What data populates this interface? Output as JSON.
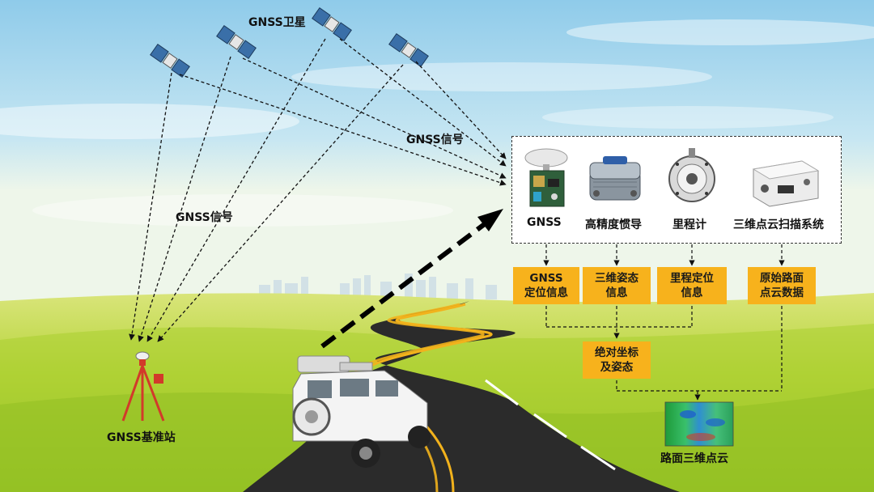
{
  "labels": {
    "satellites": "GNSS卫星",
    "signal_right": "GNSS信号",
    "signal_left": "GNSS信号",
    "base_station": "GNSS基准站",
    "result": "路面三维点云"
  },
  "devices": [
    {
      "label": "GNSS"
    },
    {
      "label": "高精度惯导"
    },
    {
      "label": "里程计"
    },
    {
      "label": "三维点云扫描系统"
    }
  ],
  "data_boxes": [
    {
      "line1": "GNSS",
      "line2": "定位信息"
    },
    {
      "line1": "三维姿态",
      "line2": "信息"
    },
    {
      "line1": "里程定位",
      "line2": "信息"
    },
    {
      "line1": "原始路面",
      "line2": "点云数据"
    }
  ],
  "fusion_box": {
    "line1": "绝对坐标",
    "line2": "及姿态"
  },
  "colors": {
    "box": "#f7b21c",
    "sky_top": "#9ed3ee",
    "grass": "#9ecb2e",
    "road": "#2b2b2b",
    "road_line": "#f2b21c"
  }
}
